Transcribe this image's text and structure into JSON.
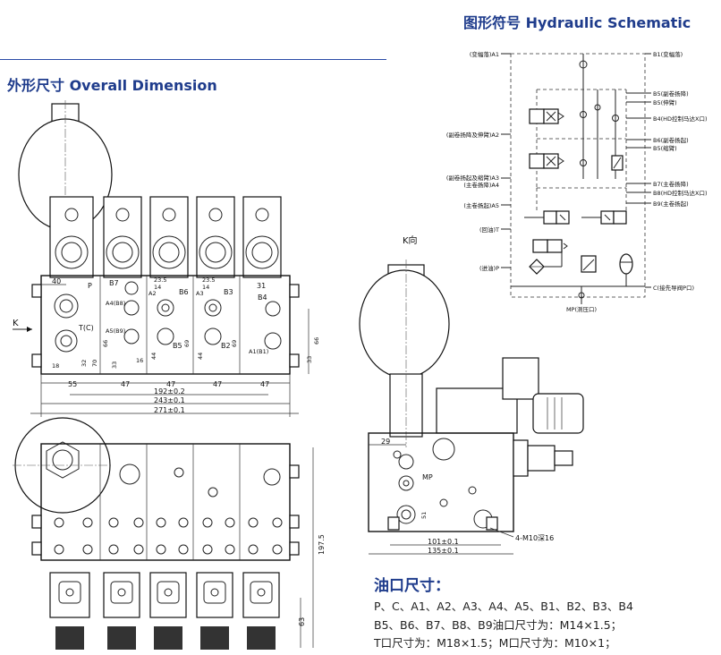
{
  "header": {
    "schematic_title": "图形符号 Hydraulic Schematic",
    "overall_title": "外形尺寸  Overall Dimension"
  },
  "schematic": {
    "left_ports": [
      "(变幅落)A1",
      "(副卷扬降及伸臂)A2",
      "(副卷扬起及缩臂)A3",
      "(主卷扬降)A4",
      "(主卷扬起)A5",
      "(回油)T",
      "(进油)P"
    ],
    "right_ports": [
      "B1(变幅落)",
      "B5(副卷扬降)",
      "B5(伸臂)",
      "B4(HD控制马达X口)",
      "B6(副卷扬起)",
      "B5(缩臂)",
      "B7(主卷扬降)",
      "B8(HD控制马达X口)",
      "B9(主卷扬起)",
      "C(接先导阀P口)"
    ],
    "bottom_port": "MP(测压口)"
  },
  "front_view": {
    "arrow_label": "K",
    "labels": [
      "P",
      "T(C)",
      "B7",
      "B6",
      "B3",
      "B4",
      "B5",
      "B2",
      "A4(B8)",
      "A5(B9)",
      "A1(B1)",
      "A2",
      "A3"
    ],
    "dims_top": [
      "40",
      "23.5",
      "14",
      "23.5",
      "14",
      "31"
    ],
    "dims_vertical": [
      "70",
      "66",
      "32",
      "33",
      "44",
      "69",
      "44",
      "69",
      "66",
      "33"
    ],
    "dims_small": [
      "18",
      "16"
    ],
    "dims_pitch": [
      "55",
      "47",
      "47",
      "47",
      "47"
    ],
    "dim_192": "192±0.2",
    "dim_243": "243±0.1",
    "dim_271": "271±0.1"
  },
  "bottom_view": {
    "dim_height": "197.5",
    "dim_63": "63"
  },
  "k_view": {
    "title": "K向",
    "mp_label": "MP",
    "dims": [
      "29",
      "51",
      "101±0.1",
      "135±0.1"
    ],
    "thread_note": "4-M10深16"
  },
  "ports": {
    "title": "油口尺寸：",
    "line1": "P、C、A1、A2、A3、A4、A5、B1、B2、B3、B4",
    "line2": "B5、B6、B7、B8、B9油口尺寸为：M14×1.5；",
    "line3": "T口尺寸为：M18×1.5；M口尺寸为：M10×1；"
  }
}
